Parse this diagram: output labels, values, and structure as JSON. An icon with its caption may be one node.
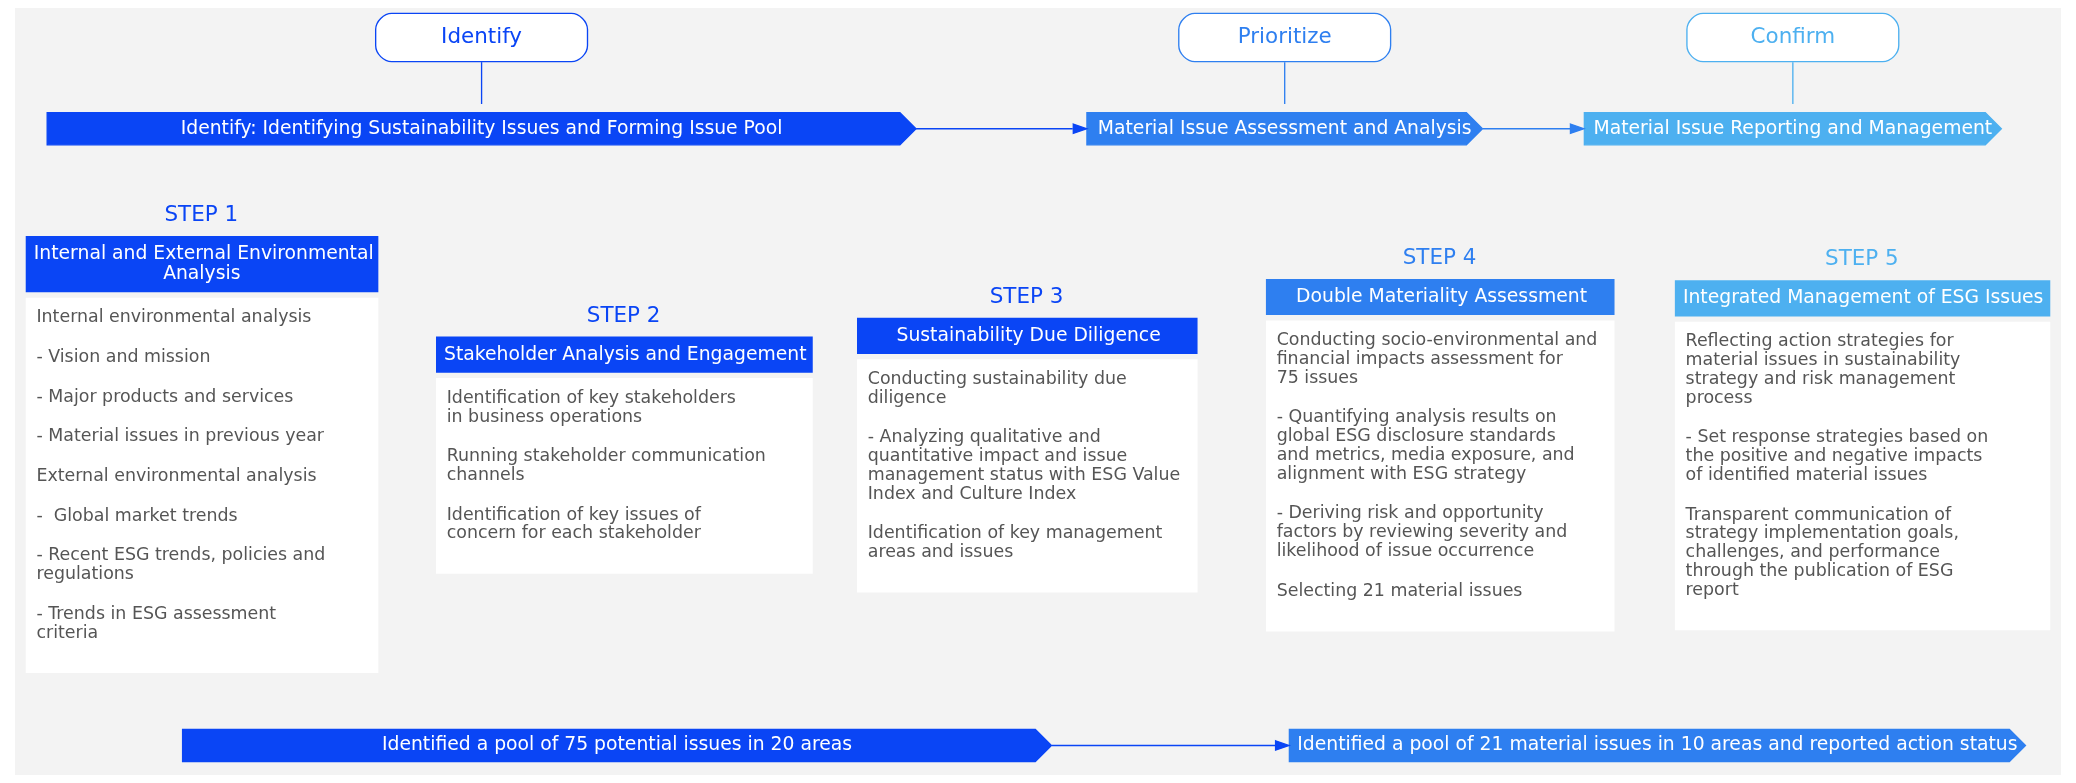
{
  "diagram": {
    "nodes": [
      {
        "text": [
          "Identify"
        ]
      },
      {
        "text": [
          "Prioritize"
        ]
      },
      {
        "text": [
          "Confirm"
        ]
      },
      {
        "text": [
          "Identify: Identifying Sustainability Issues and Forming Issue Pool"
        ]
      },
      {
        "text": [
          "Material Issue Assessment and Analysis"
        ]
      },
      {
        "text": [
          "Material Issue Reporting and Management"
        ]
      },
      {
        "text": [
          "Internal and External Environmental Analysis",
          "Internal environmental analysis",
          "- Vision and mission",
          "- Major products and services",
          "- Material issues in previous year",
          "External environmental analysis",
          "-  Global market trends",
          "- Recent ESG trends, policies and regulations",
          "- Trends in ESG assessment criteria"
        ],
        "beside": [
          "STEP 1"
        ]
      },
      {
        "text": [
          "Stakeholder Analysis and Engagement",
          "Identification of key stakeholders in business operations",
          "Running stakeholder communication channels",
          "Identification of key issues of concern for each stakeholder"
        ],
        "beside": [
          "STEP 2"
        ]
      },
      {
        "text": [
          "Sustainability Due Diligence",
          "Conducting sustainability due diligence",
          "- Analyzing qualitative and quantitative impact and issue management status with ESG Value Index and Culture Index",
          "Identification of key management areas and issues"
        ],
        "beside": [
          "STEP 3"
        ]
      },
      {
        "text": [
          "Double Materiality Assessment",
          "Conducting socio-environmental and financial impacts assessment for 75 issues",
          "- Quantifying analysis results on global ESG disclosure standards and metrics, media exposure, and alignment with ESG strategy",
          "- Deriving risk and opportunity factors by reviewing severity and likelihood of issue occurrence",
          "Selecting 21 material issues"
        ],
        "beside": [
          "STEP 4"
        ]
      },
      {
        "text": [
          "Integrated Management of ESG Issues",
          "Reflecting action strategies for material issues in sustainability strategy and risk management process",
          "- Set response strategies based on the positive and negative impacts of identified material issues",
          "Transparent communication of strategy implementation goals, challenges, and performance through the publication of ESG report"
        ],
        "beside": [
          "STEP 5"
        ]
      },
      {
        "text": [
          "Identified a pool of 75 potential issues in 20 areas"
        ]
      },
      {
        "text": [
          "Identified a pool of 21 material issues in 10 areas and reported action status"
        ]
      }
    ],
    "edges": [
      {
        "from": 0,
        "to": 3,
        "arrow": "none"
      },
      {
        "from": 1,
        "to": 4,
        "arrow": "none",
        "color": "#2e7ff0"
      },
      {
        "from": 2,
        "to": 5,
        "arrow": "none",
        "color": "#4db0f0"
      },
      {
        "from": 3,
        "to": 4,
        "arrow": "to"
      },
      {
        "from": 4,
        "to": 5,
        "arrow": "to",
        "color": "#2e7ff0"
      },
      {
        "from": 11,
        "to": 12,
        "arrow": "to"
      }
    ]
  }
}
